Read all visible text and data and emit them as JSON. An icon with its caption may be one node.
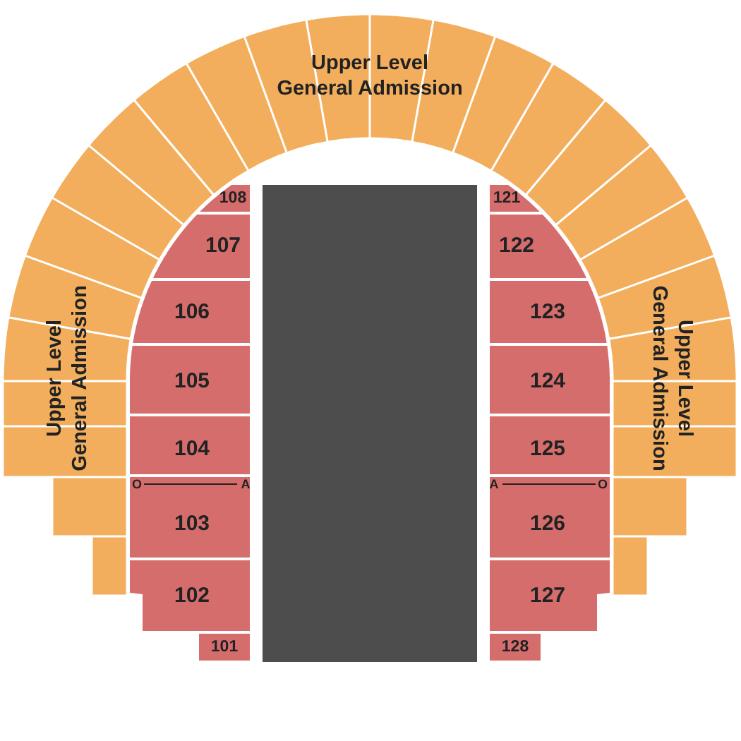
{
  "diagram": {
    "nodes": [
      {
        "text": [
          "Upper Level General Admission"
        ]
      },
      {
        "text": [
          "Upper Level General Admission"
        ]
      },
      {
        "text": [
          "108"
        ]
      },
      {
        "text": [
          "107"
        ]
      },
      {
        "text": [
          "106"
        ]
      },
      {
        "text": [
          "105"
        ]
      },
      {
        "text": [
          "104"
        ]
      },
      {
        "text": [
          "103"
        ]
      },
      {
        "text": [
          "102"
        ]
      },
      {
        "text": [
          "101"
        ]
      },
      {
        "text": [],
        "shape": "box"
      },
      {
        "text": [
          "121"
        ]
      },
      {
        "text": [
          "122"
        ]
      },
      {
        "text": [
          "123"
        ]
      },
      {
        "text": [
          "124"
        ]
      },
      {
        "text": [
          "125"
        ]
      },
      {
        "text": [
          "126"
        ]
      },
      {
        "text": [
          "127"
        ]
      },
      {
        "text": [
          "128"
        ]
      },
      {
        "text": [
          "Upper Level General Admission"
        ]
      }
    ],
    "labels": [
      "O",
      "A",
      "A",
      "O"
    ]
  }
}
